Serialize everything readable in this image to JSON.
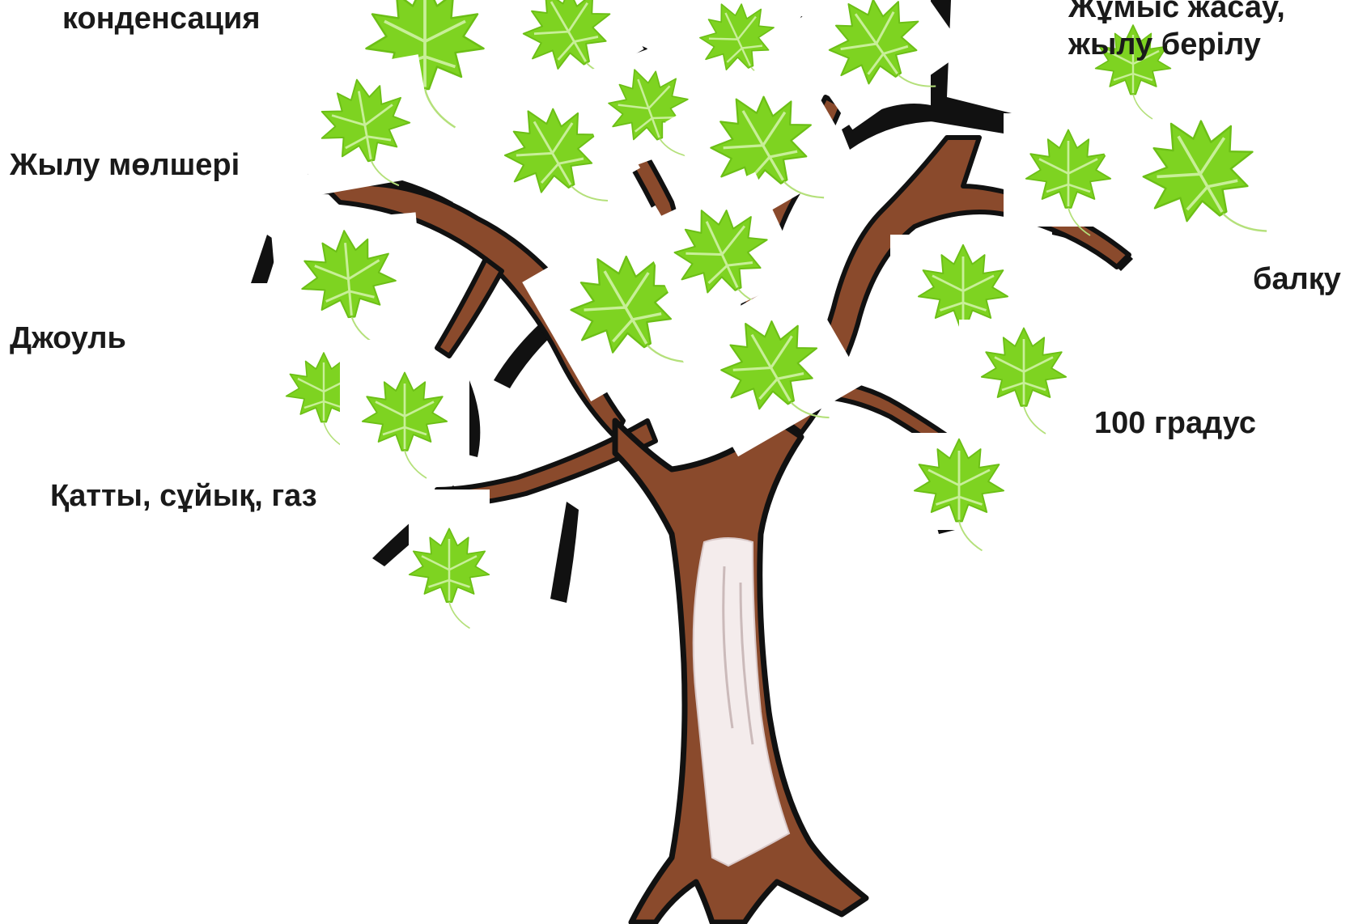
{
  "labels": {
    "kondensatsiya": "конденсация",
    "zhylu_molsheri": "Жылу мөлшері",
    "dzhoul": "Джоуль",
    "katty_suyik_gaz": "Қатты, сұйық, газ",
    "zhumys_zhasau_line1": "Жұмыс жасау,",
    "zhumys_zhasau_line2": "жылу берілу",
    "balku": "балқу",
    "gradus_100": "100 градус"
  },
  "colors": {
    "background": "#ffffff",
    "leaf": "#7ed321",
    "leaf_dark": "#5aa80f",
    "leaf_vein": "#c8ef98",
    "branch": "#8a4a2c",
    "branch_outline": "#111111",
    "trunk_bark": "#8a4a2c",
    "trunk_light": "#f4ecec",
    "text": "#1a1a1a"
  },
  "icons": {
    "tree": "tree-illustration",
    "leaf": "maple-leaf-icon"
  }
}
